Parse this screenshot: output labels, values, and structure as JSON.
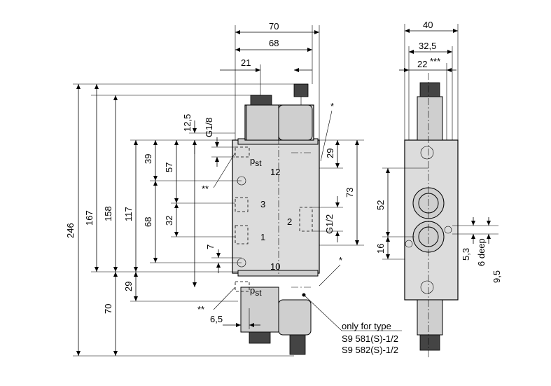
{
  "dims": {
    "front_total_width": "70",
    "front_inner_width": "68",
    "conn_offset": "21",
    "height_total": "246",
    "height_167": "167",
    "height_158": "158",
    "height_117": "117",
    "height_68": "68",
    "height_57": "57",
    "height_39": "39",
    "height_32": "32",
    "height_12_5": "12,5",
    "height_7": "7",
    "height_29_top": "29",
    "height_73": "73",
    "height_29_bottom": "29",
    "height_70": "70",
    "width_6_5": "6,5",
    "side_width_40": "40",
    "side_width_32_5": "32,5",
    "side_width_22": "22",
    "side_52": "52",
    "side_16": "16",
    "side_5_3": "5,3",
    "side_6_deep": "6 deep",
    "side_9_5": "9,5"
  },
  "threads": {
    "g18": "G1/8",
    "g12": "G1/2"
  },
  "ports": {
    "p12": "12",
    "p3": "3",
    "p2": "2",
    "p1": "1",
    "p10": "10",
    "pst_top": "p",
    "pst_top_sub": "st",
    "pst_bottom": "p",
    "pst_bottom_sub": "st"
  },
  "marks": {
    "star1": "*",
    "star2": "*",
    "dstar1": "**",
    "dstar2": "**",
    "tstar": "***"
  },
  "note": {
    "line1": "only for type",
    "line2": "S9 581(S)-1/2",
    "line3": "S9 582(S)-1/2"
  }
}
